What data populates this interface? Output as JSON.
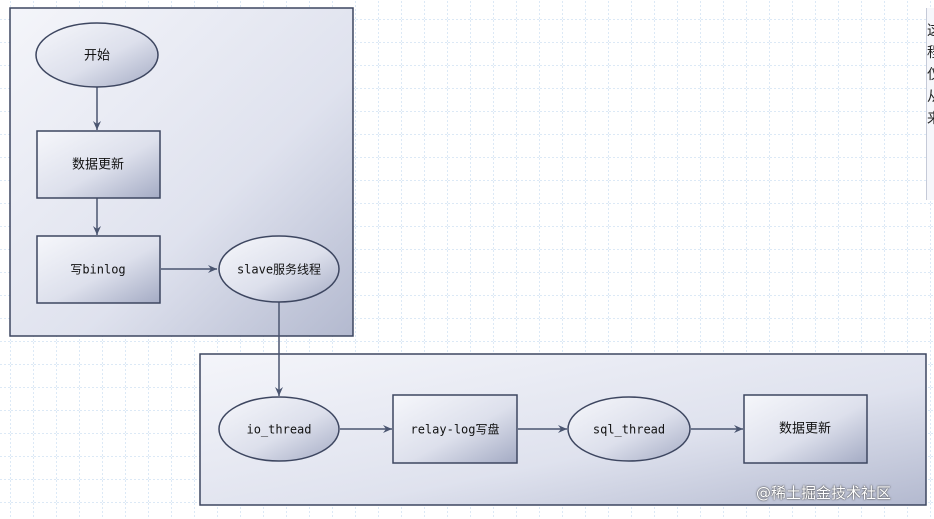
{
  "diagram": {
    "master_nodes": {
      "start": "开始",
      "data_update": "数据更新",
      "write_binlog": "写binlog",
      "slave_service_thread": "slave服务线程"
    },
    "slave_nodes": {
      "io_thread": "io_thread",
      "relay_log_write": "relay-log写盘",
      "sql_thread": "sql_thread",
      "data_update": "数据更新"
    }
  },
  "side_panel": {
    "chars": [
      "这",
      "程",
      "仅",
      "从",
      "来"
    ]
  },
  "watermark": "@稀土掘金技术社区",
  "colors": {
    "grid": "#b9d3ee",
    "panel_border": "#3d4660",
    "shape_stroke": "#3d4660",
    "arrow": "#4a5570"
  }
}
